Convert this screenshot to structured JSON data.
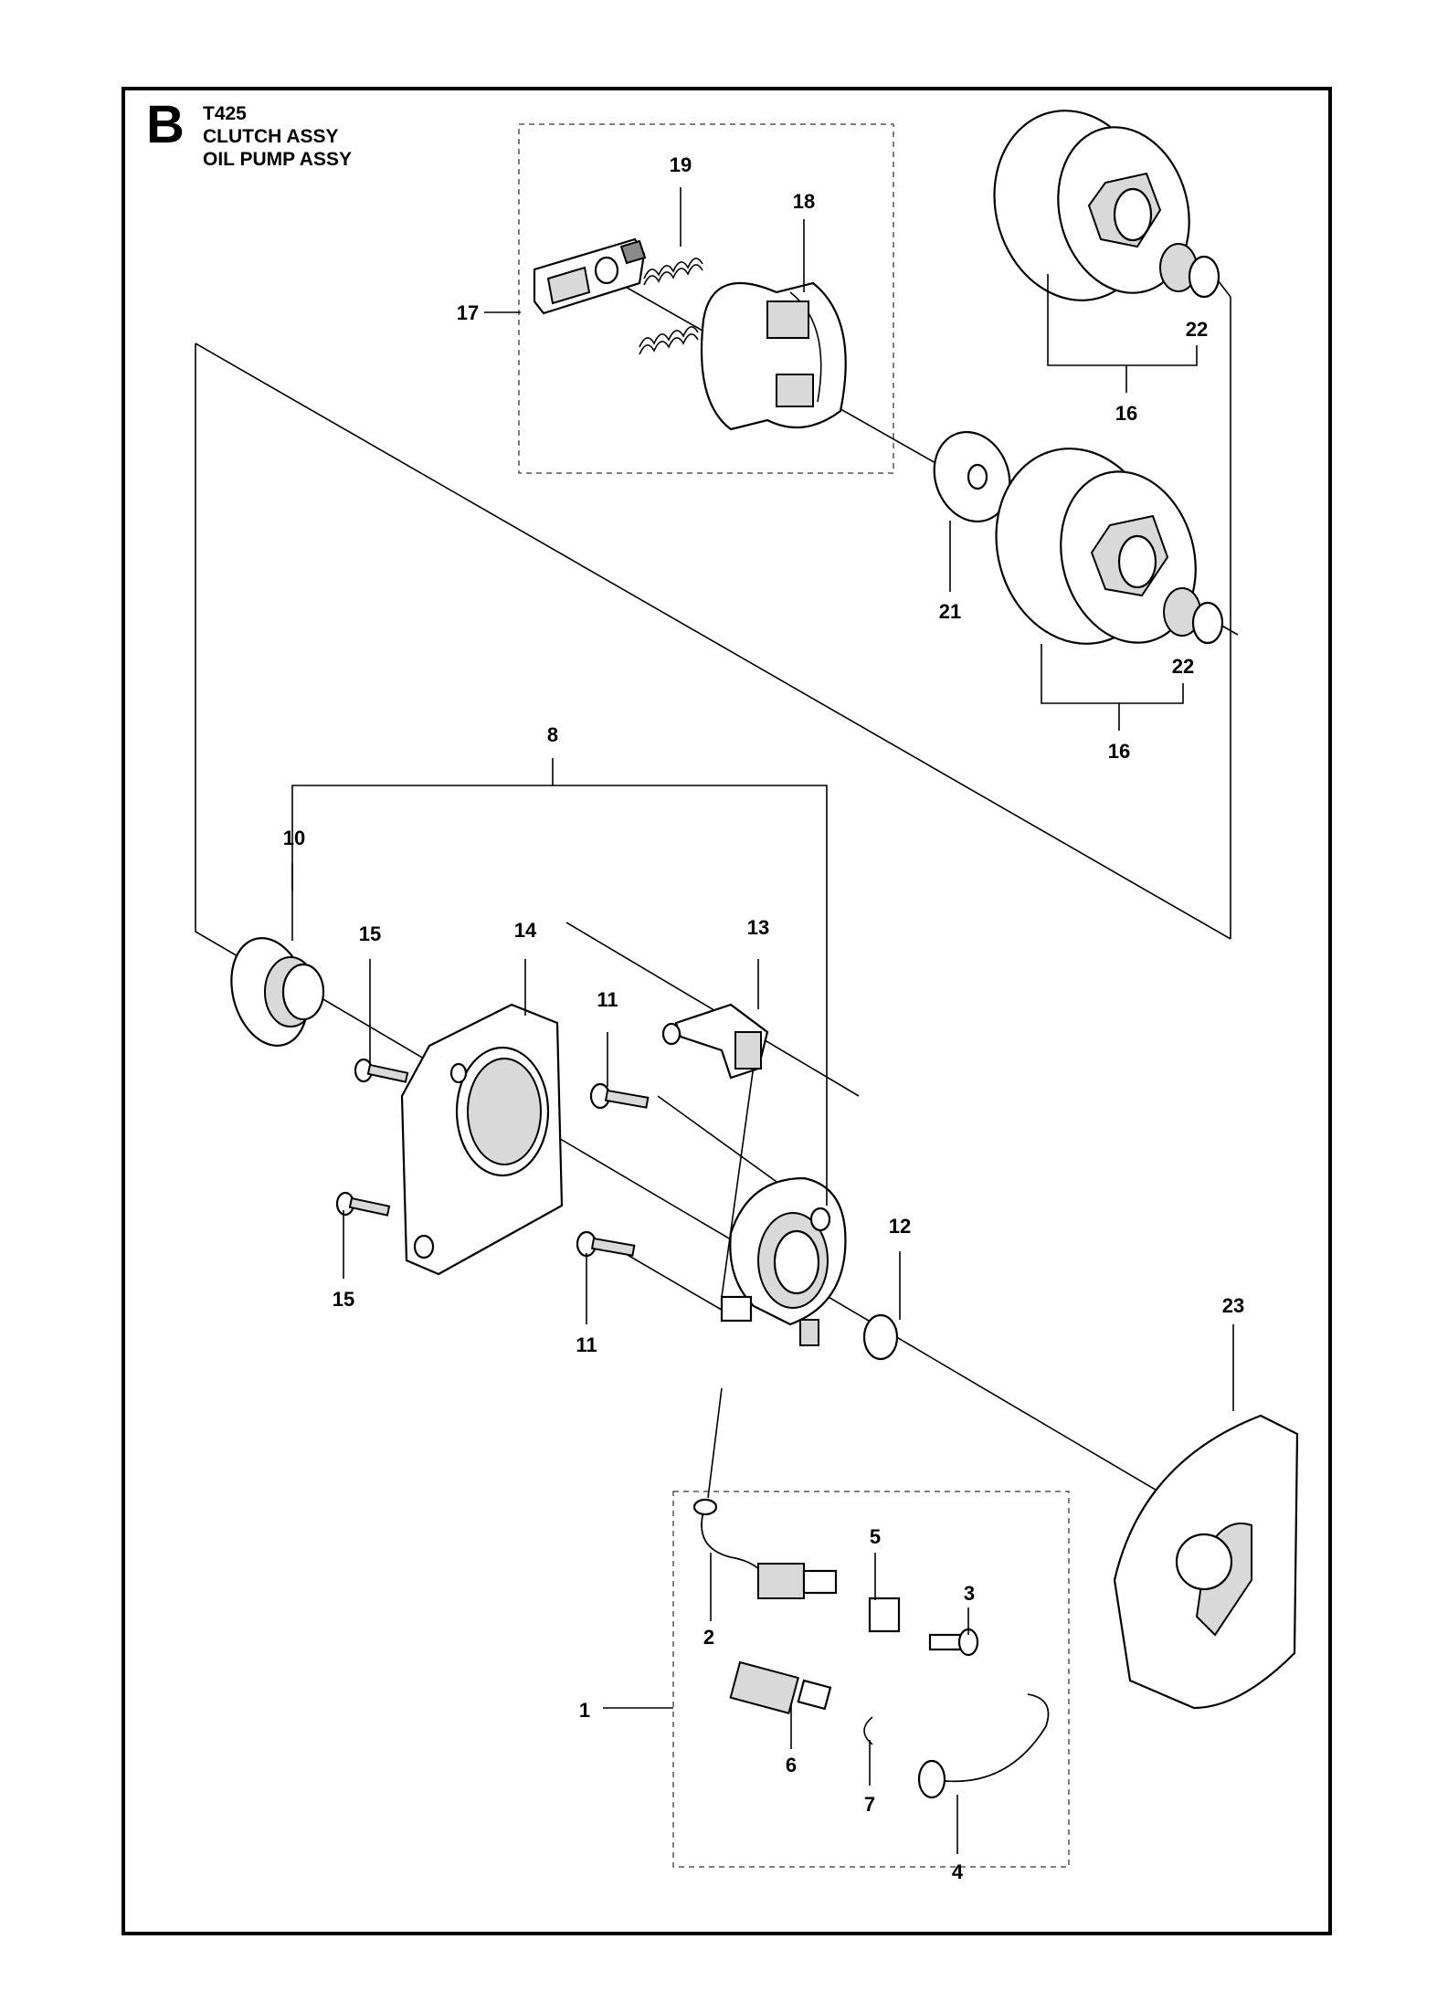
{
  "header": {
    "section_letter": "B",
    "model": "T425",
    "line1": "CLUTCH ASSY",
    "line2": "OIL PUMP ASSY"
  },
  "callouts": [
    {
      "id": "c1",
      "text": "1"
    },
    {
      "id": "c2",
      "text": "2"
    },
    {
      "id": "c3",
      "text": "3"
    },
    {
      "id": "c4",
      "text": "4"
    },
    {
      "id": "c5",
      "text": "5"
    },
    {
      "id": "c6",
      "text": "6"
    },
    {
      "id": "c7",
      "text": "7"
    },
    {
      "id": "c8",
      "text": "8"
    },
    {
      "id": "c10",
      "text": "10"
    },
    {
      "id": "c11a",
      "text": "11"
    },
    {
      "id": "c11b",
      "text": "11"
    },
    {
      "id": "c12",
      "text": "12"
    },
    {
      "id": "c13",
      "text": "13"
    },
    {
      "id": "c14",
      "text": "14"
    },
    {
      "id": "c15a",
      "text": "15"
    },
    {
      "id": "c15b",
      "text": "15"
    },
    {
      "id": "c16a",
      "text": "16"
    },
    {
      "id": "c16b",
      "text": "16"
    },
    {
      "id": "c17",
      "text": "17"
    },
    {
      "id": "c18",
      "text": "18"
    },
    {
      "id": "c19",
      "text": "19"
    },
    {
      "id": "c21",
      "text": "21"
    },
    {
      "id": "c22a",
      "text": "22"
    },
    {
      "id": "c22b",
      "text": "22"
    },
    {
      "id": "c23",
      "text": "23"
    }
  ]
}
